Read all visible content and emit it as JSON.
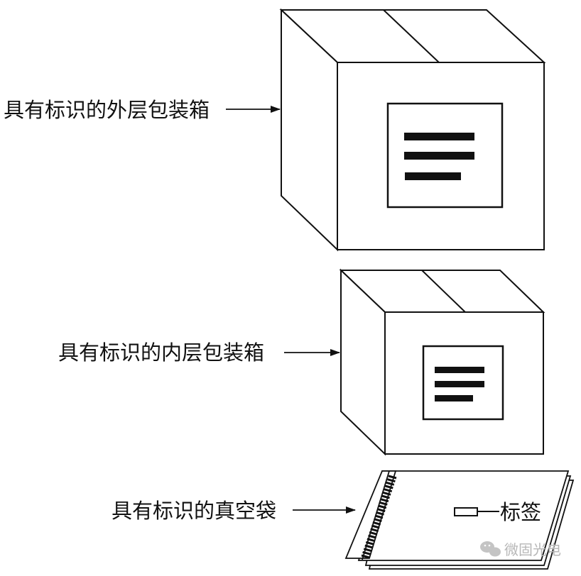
{
  "labels": {
    "outer_box": "具有标识的外层包装箱",
    "inner_box": "具有标识的内层包装箱",
    "vacuum_bag": "具有标识的真空袋",
    "tag": "标签"
  },
  "watermark": {
    "icon": "wechat-icon",
    "text": "微固光电"
  },
  "colors": {
    "line": "#111111",
    "background": "#ffffff",
    "watermark": "#b7b7b7"
  }
}
